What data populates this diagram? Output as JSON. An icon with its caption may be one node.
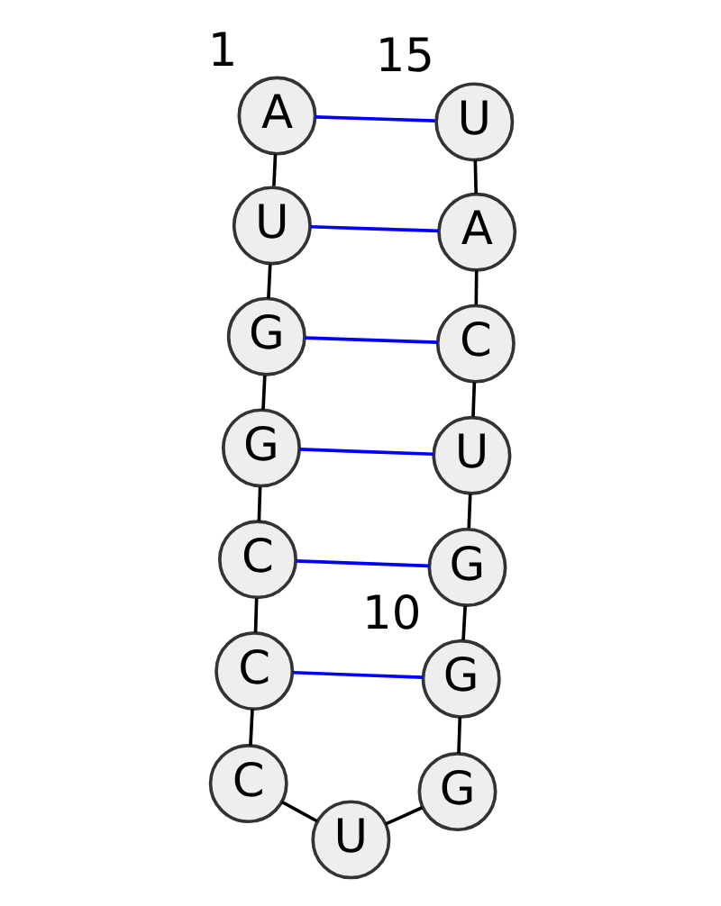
{
  "diagram": {
    "nodes": [
      {
        "text": [
          "A"
        ],
        "beside": [
          "1"
        ]
      },
      {
        "text": [
          "U"
        ]
      },
      {
        "text": [
          "G"
        ]
      },
      {
        "text": [
          "G"
        ]
      },
      {
        "text": [
          "C"
        ]
      },
      {
        "text": [
          "C"
        ]
      },
      {
        "text": [
          "C"
        ]
      },
      {
        "text": [
          "U"
        ]
      },
      {
        "text": [
          "G"
        ]
      },
      {
        "text": [
          "G"
        ],
        "beside": [
          "10"
        ]
      },
      {
        "text": [
          "G"
        ]
      },
      {
        "text": [
          "U"
        ]
      },
      {
        "text": [
          "C"
        ]
      },
      {
        "text": [
          "A"
        ]
      },
      {
        "text": [
          "U"
        ],
        "beside": [
          "15"
        ]
      }
    ],
    "edges": [
      {
        "from": 0,
        "to": 1,
        "arrow": "none"
      },
      {
        "from": 1,
        "to": 2,
        "arrow": "none"
      },
      {
        "from": 2,
        "to": 3,
        "arrow": "none"
      },
      {
        "from": 3,
        "to": 4,
        "arrow": "none"
      },
      {
        "from": 4,
        "to": 5,
        "arrow": "none"
      },
      {
        "from": 5,
        "to": 6,
        "arrow": "none"
      },
      {
        "from": 6,
        "to": 7,
        "arrow": "none"
      },
      {
        "from": 7,
        "to": 8,
        "arrow": "none"
      },
      {
        "from": 8,
        "to": 9,
        "arrow": "none"
      },
      {
        "from": 9,
        "to": 10,
        "arrow": "none"
      },
      {
        "from": 10,
        "to": 11,
        "arrow": "none"
      },
      {
        "from": 11,
        "to": 12,
        "arrow": "none"
      },
      {
        "from": 12,
        "to": 13,
        "arrow": "none"
      },
      {
        "from": 13,
        "to": 14,
        "arrow": "none"
      },
      {
        "from": 0,
        "to": 14,
        "arrow": "none",
        "color": "#0000ff"
      },
      {
        "from": 1,
        "to": 13,
        "arrow": "none",
        "color": "#0000ff"
      },
      {
        "from": 2,
        "to": 12,
        "arrow": "none",
        "color": "#0000ff"
      },
      {
        "from": 3,
        "to": 11,
        "arrow": "none",
        "color": "#0000ff"
      },
      {
        "from": 4,
        "to": 10,
        "arrow": "none",
        "color": "#0000ff"
      },
      {
        "from": 5,
        "to": 9,
        "arrow": "none",
        "color": "#0000ff"
      }
    ]
  }
}
